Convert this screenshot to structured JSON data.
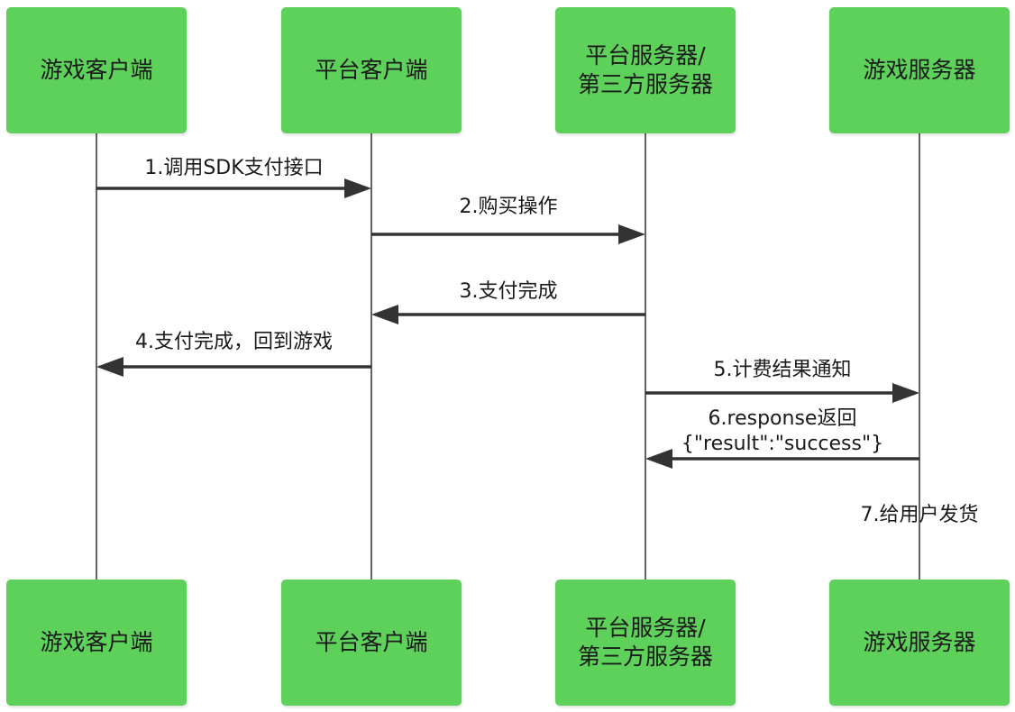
{
  "participants": [
    {
      "id": "game-client",
      "label": "游戏客户端"
    },
    {
      "id": "platform-client",
      "label": "平台客户端"
    },
    {
      "id": "platform-server",
      "label": "平台服务器/\n第三方服务器"
    },
    {
      "id": "game-server",
      "label": "游戏服务器"
    }
  ],
  "messages": [
    {
      "id": "msg-1",
      "label": "1.调用SDK支付接口",
      "from": "game-client",
      "to": "platform-client"
    },
    {
      "id": "msg-2",
      "label": "2.购买操作",
      "from": "platform-client",
      "to": "platform-server"
    },
    {
      "id": "msg-3",
      "label": "3.支付完成",
      "from": "platform-server",
      "to": "platform-client"
    },
    {
      "id": "msg-4",
      "label": "4.支付完成，回到游戏",
      "from": "platform-client",
      "to": "game-client"
    },
    {
      "id": "msg-5",
      "label": "5.计费结果通知",
      "from": "platform-server",
      "to": "game-server"
    },
    {
      "id": "msg-6",
      "label": "6.response返回\n{\"result\":\"success\"}",
      "from": "game-server",
      "to": "platform-server"
    }
  ],
  "notes": [
    {
      "id": "note-7",
      "label": "7.给用户发货",
      "at": "game-server"
    }
  ],
  "colors": {
    "box_fill": "#5ed15a",
    "line": "#3c3c3c",
    "arrow": "#333333",
    "text": "#1a1a1a"
  }
}
